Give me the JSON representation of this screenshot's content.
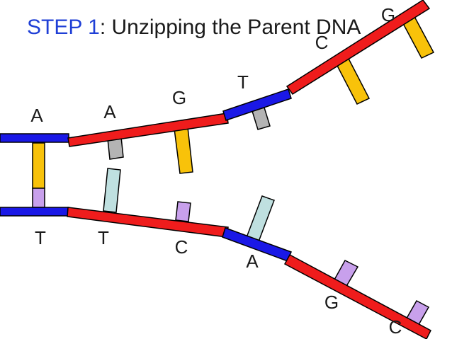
{
  "title": {
    "step": "STEP 1",
    "rest": ": Unzipping the Parent DNA"
  },
  "colors": {
    "backbone_red": "#ef1c1c",
    "backbone_blue": "#1a18e6",
    "adenine_gray": "#b4b4b4",
    "guanine_yellow": "#f8c20a",
    "thymine_lightblue": "#bfe0e0",
    "cytosine_lavender": "#c8a0ec",
    "step_blue": "#1f3fd6"
  },
  "labels": {
    "top": [
      "A",
      "A",
      "G",
      "T",
      "C",
      "G"
    ],
    "bottom": [
      "T",
      "T",
      "C",
      "A",
      "G",
      "C"
    ]
  }
}
